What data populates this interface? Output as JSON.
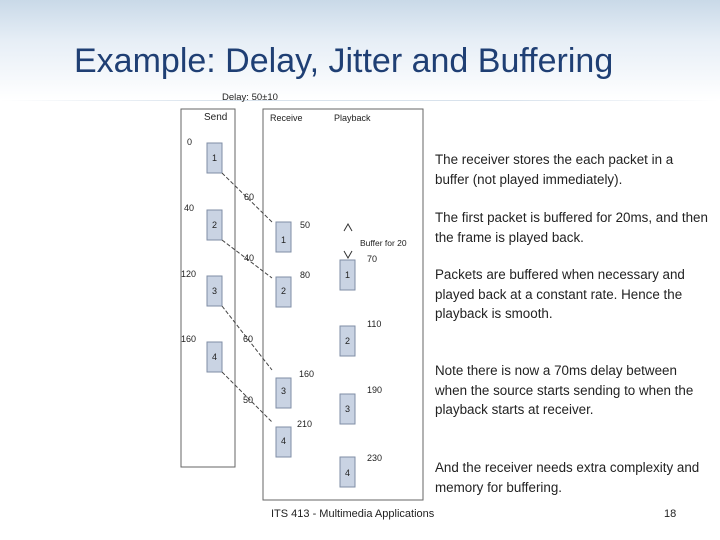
{
  "slide": {
    "title": "Example: Delay, Jitter and Buffering",
    "footer_text": "ITS 413 - Multimedia Applications",
    "page_number": "18"
  },
  "diagram": {
    "delay_label": "Delay: 50±10",
    "columns": {
      "send": "Send",
      "receive": "Receive",
      "playback": "Playback"
    },
    "send_times": [
      "0",
      "40",
      "120",
      "160"
    ],
    "transit_delays": [
      "60",
      "40",
      "60",
      "50"
    ],
    "receive_times": [
      "50",
      "80",
      "160",
      "210"
    ],
    "playback_times": [
      "70",
      "110",
      "190",
      "230"
    ],
    "buffer_label": "Buffer for 20",
    "send_packets": [
      "1",
      "2",
      "3",
      "4"
    ],
    "receive_packets": [
      "1",
      "2",
      "3",
      "4"
    ],
    "playback_packets": [
      "1",
      "2",
      "3",
      "4"
    ]
  },
  "paragraphs": [
    "The receiver stores the each packet in a buffer (not played immediately).",
    "The first packet is buffered for 20ms, and then the frame is played back.",
    "Packets are buffered when necessary and played back at a constant rate. Hence the playback is smooth.",
    "Note there is now a 70ms delay between when the source starts sending to when the playback starts at receiver.",
    "And the receiver needs extra complexity and memory for buffering."
  ]
}
